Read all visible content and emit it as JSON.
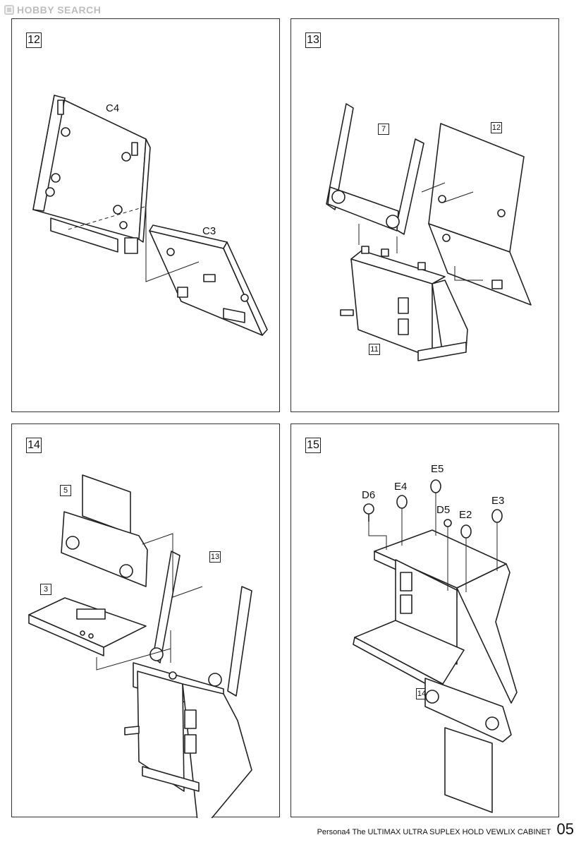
{
  "header": {
    "logo_text": "HOBBY SEARCH"
  },
  "panels": [
    {
      "step": "12",
      "parts": [
        "C4",
        "C3"
      ]
    },
    {
      "step": "13",
      "refs": [
        "7",
        "12",
        "11"
      ]
    },
    {
      "step": "14",
      "refs": [
        "5",
        "3",
        "13"
      ]
    },
    {
      "step": "15",
      "parts": [
        "E5",
        "D6",
        "E4",
        "D5",
        "E2",
        "E3"
      ],
      "refs": [
        "14"
      ]
    }
  ],
  "footer": {
    "title": "Persona4 The ULTIMAX ULTRA SUPLEX HOLD VEWLIX CABINET",
    "page": "05"
  }
}
